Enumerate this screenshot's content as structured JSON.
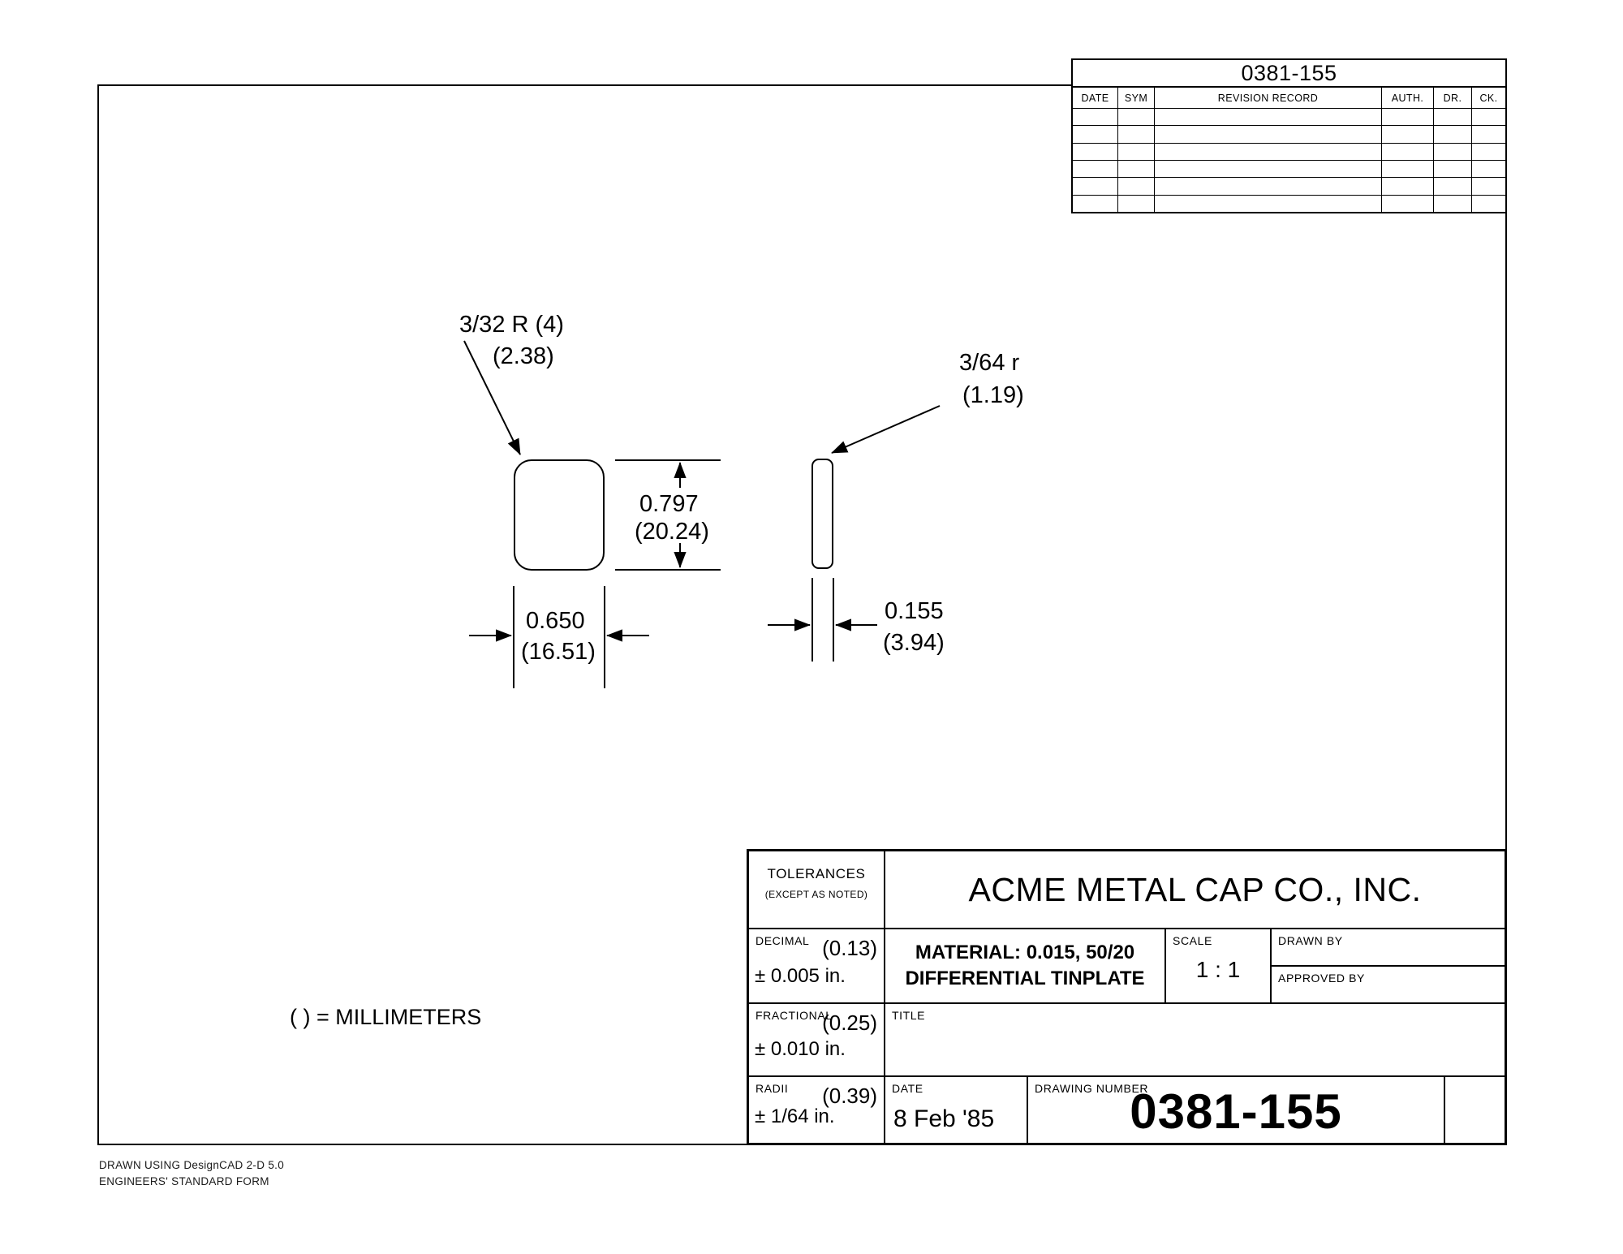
{
  "page": {
    "background": "#ffffff",
    "line_color": "#000000"
  },
  "revision_table": {
    "number": "0381-155",
    "columns": [
      "DATE",
      "SYM",
      "REVISION RECORD",
      "AUTH.",
      "DR.",
      "CK."
    ],
    "empty_rows": 6
  },
  "drawing": {
    "corner_radius": {
      "label": "3/32 R (4)",
      "mm": "(2.38)"
    },
    "side_radius": {
      "label": "3/64 r",
      "mm": "(1.19)"
    },
    "height_dim": {
      "in": "0.797",
      "mm": "(20.24)"
    },
    "width_dim": {
      "in": "0.650",
      "mm": "(16.51)"
    },
    "thickness_dim": {
      "in": "0.155",
      "mm": "(3.94)"
    },
    "units_note": "( ) = MILLIMETERS"
  },
  "title_block": {
    "tolerances": {
      "label": "TOLERANCES",
      "note": "(EXCEPT AS NOTED)"
    },
    "company": "ACME METAL CAP CO., INC.",
    "decimal": {
      "label": "DECIMAL",
      "mm": "(0.13)",
      "value": "±  0.005 in."
    },
    "material": {
      "line1": "MATERIAL:  0.015,  50/20",
      "line2": "DIFFERENTIAL TINPLATE"
    },
    "scale": {
      "label": "SCALE",
      "value": "1 : 1"
    },
    "drawn_by": {
      "label": "DRAWN BY"
    },
    "approved_by": {
      "label": "APPROVED BY"
    },
    "fractional": {
      "label": "FRACTIONAL",
      "mm": "(0.25)",
      "value": "±  0.010 in."
    },
    "title": {
      "label": "TITLE"
    },
    "radii": {
      "label": "RADII",
      "mm": "(0.39)",
      "value": "±  1/64 in."
    },
    "date": {
      "label": "DATE",
      "value": "8 Feb '85"
    },
    "drawing_number": {
      "label": "DRAWING NUMBER",
      "value": "0381-155"
    }
  },
  "footer": {
    "line1": "DRAWN USING DesignCAD 2-D 5.0",
    "line2": "ENGINEERS' STANDARD FORM"
  }
}
